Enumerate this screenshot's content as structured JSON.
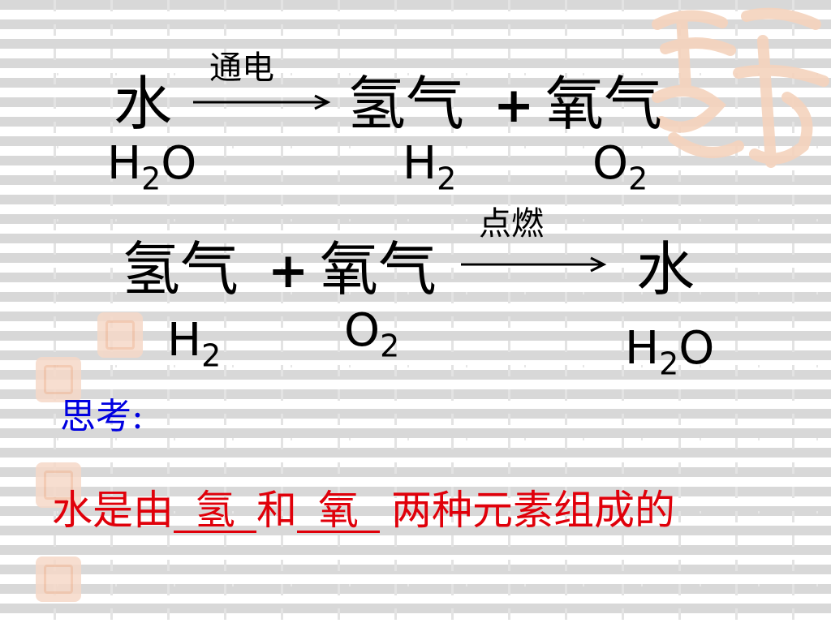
{
  "eq1": {
    "left_cn": "水",
    "condition": "通电",
    "product1_cn": "氢气",
    "plus": "+",
    "product2_cn": "氧气",
    "left_formula": {
      "el": "H",
      "sub": "2",
      "rest": "O"
    },
    "product1_formula": {
      "el": "H",
      "sub": "2"
    },
    "product2_formula": {
      "el": "O",
      "sub": "2"
    }
  },
  "eq2": {
    "reactant1_cn": "氢气",
    "plus": "+",
    "reactant2_cn": "氧气",
    "condition": "点燃",
    "product_cn": "水",
    "reactant1_formula": {
      "el": "H",
      "sub": "2"
    },
    "reactant2_formula": {
      "el": "O",
      "sub": "2"
    },
    "product_formula": {
      "el": "H",
      "sub": "2",
      "rest": "O"
    }
  },
  "think_label": "思考:",
  "conclusion": {
    "prefix": "水是由",
    "blank1": "氢",
    "mid": "和",
    "blank2": "氧",
    "suffix": "两种元素组成的"
  },
  "colors": {
    "think": "#0000e0",
    "conclusion": "#e0000a",
    "seal": "#f6d9c8"
  }
}
